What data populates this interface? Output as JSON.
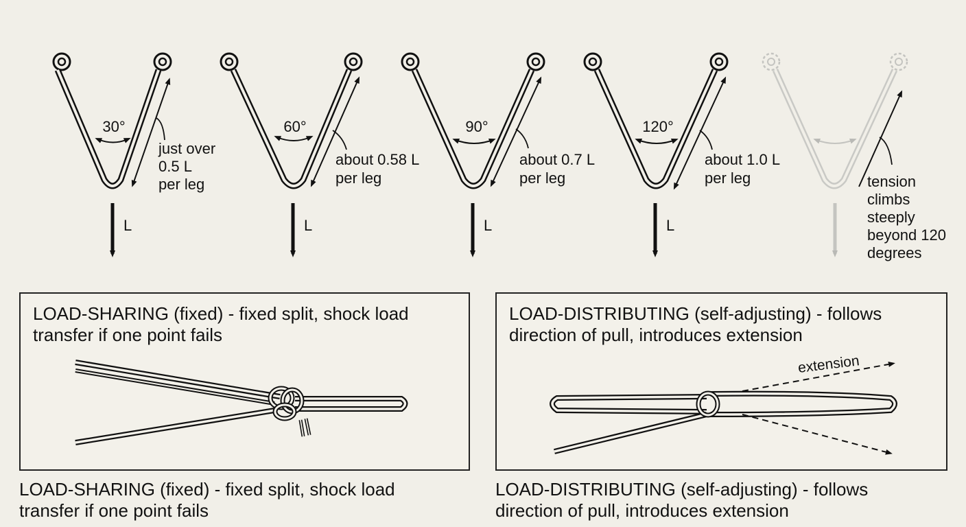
{
  "sling_angles": [
    {
      "angle_label": "30°",
      "tension_line1": "just over",
      "tension_line2": "0.5 L",
      "tension_line3": "per leg",
      "load_label": "L"
    },
    {
      "angle_label": "60°",
      "tension_line1": "about 0.58 L",
      "tension_line2": "per leg",
      "load_label": "L"
    },
    {
      "angle_label": "90°",
      "tension_line1": "about 0.7 L",
      "tension_line2": "per leg",
      "load_label": "L"
    },
    {
      "angle_label": "120°",
      "tension_line1": "about 1.0 L",
      "tension_line2": "per leg",
      "load_label": "L"
    }
  ],
  "warning": {
    "lines": [
      "tension",
      "climbs",
      "steeply",
      "beyond 120",
      "degrees"
    ],
    "faded_color": "#b9b9b5"
  },
  "panels": {
    "load_sharing": {
      "title_line1": "LOAD-SHARING (fixed) - fixed split, shock load",
      "title_line2": "transfer if one point fails"
    },
    "load_distributing": {
      "title_line1": "LOAD-DISTRIBUTING (self-adjusting) - follows",
      "title_line2": "direction of pull, introduces extension",
      "extension_label": "extension"
    }
  },
  "captions": {
    "load_sharing_line1": "LOAD-SHARING (fixed) - fixed split, shock load",
    "load_sharing_line2": "transfer if one point fails",
    "load_distributing_line1": "LOAD-DISTRIBUTING (self-adjusting) - follows",
    "load_distributing_line2": "direction of pull, introduces extension"
  },
  "colors": {
    "background": "#f1efe8",
    "ink": "#111111"
  }
}
